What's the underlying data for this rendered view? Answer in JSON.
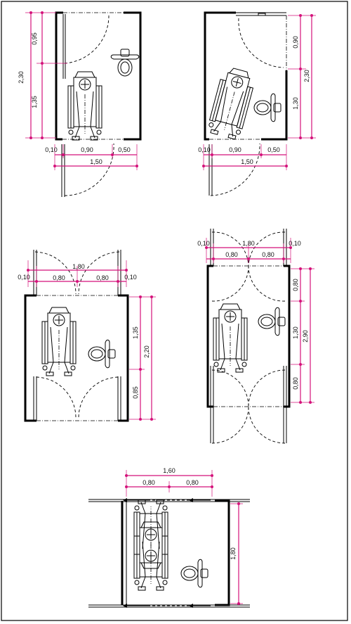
{
  "colors": {
    "dimension": "#d4127a",
    "walls": "#000000",
    "background": "#ffffff"
  },
  "figure1": {
    "left_top": "0,95",
    "left_bottom": "1,35",
    "left_total": "2,30",
    "bottom_a": "0,10",
    "bottom_b": "0,90",
    "bottom_c": "0,50",
    "bottom_total": "1,50"
  },
  "figure2": {
    "right_top": "0,90",
    "right_bottom": "1,30",
    "right_total": "2,30",
    "bottom_a": "0,10",
    "bottom_b": "0,90",
    "bottom_c": "0,50",
    "bottom_total": "1,50"
  },
  "figure3": {
    "top_total": "1,80",
    "top_a": "0,10",
    "top_b": "0,80",
    "top_c": "0,80",
    "top_d": "0,10",
    "right_top": "1,35",
    "right_bottom": "0,85",
    "right_total": "2,20"
  },
  "figure4": {
    "top_total": "1,80",
    "top_a": "0,10",
    "top_b": "0,80",
    "top_c": "0,80",
    "top_d": "0,10",
    "right_top": "0,80",
    "right_mid": "1,30",
    "right_bottom": "0,80",
    "right_total": "2,90"
  },
  "figure5": {
    "top_total": "1,60",
    "top_a": "0,80",
    "top_b": "0,80",
    "right": "1,80"
  }
}
